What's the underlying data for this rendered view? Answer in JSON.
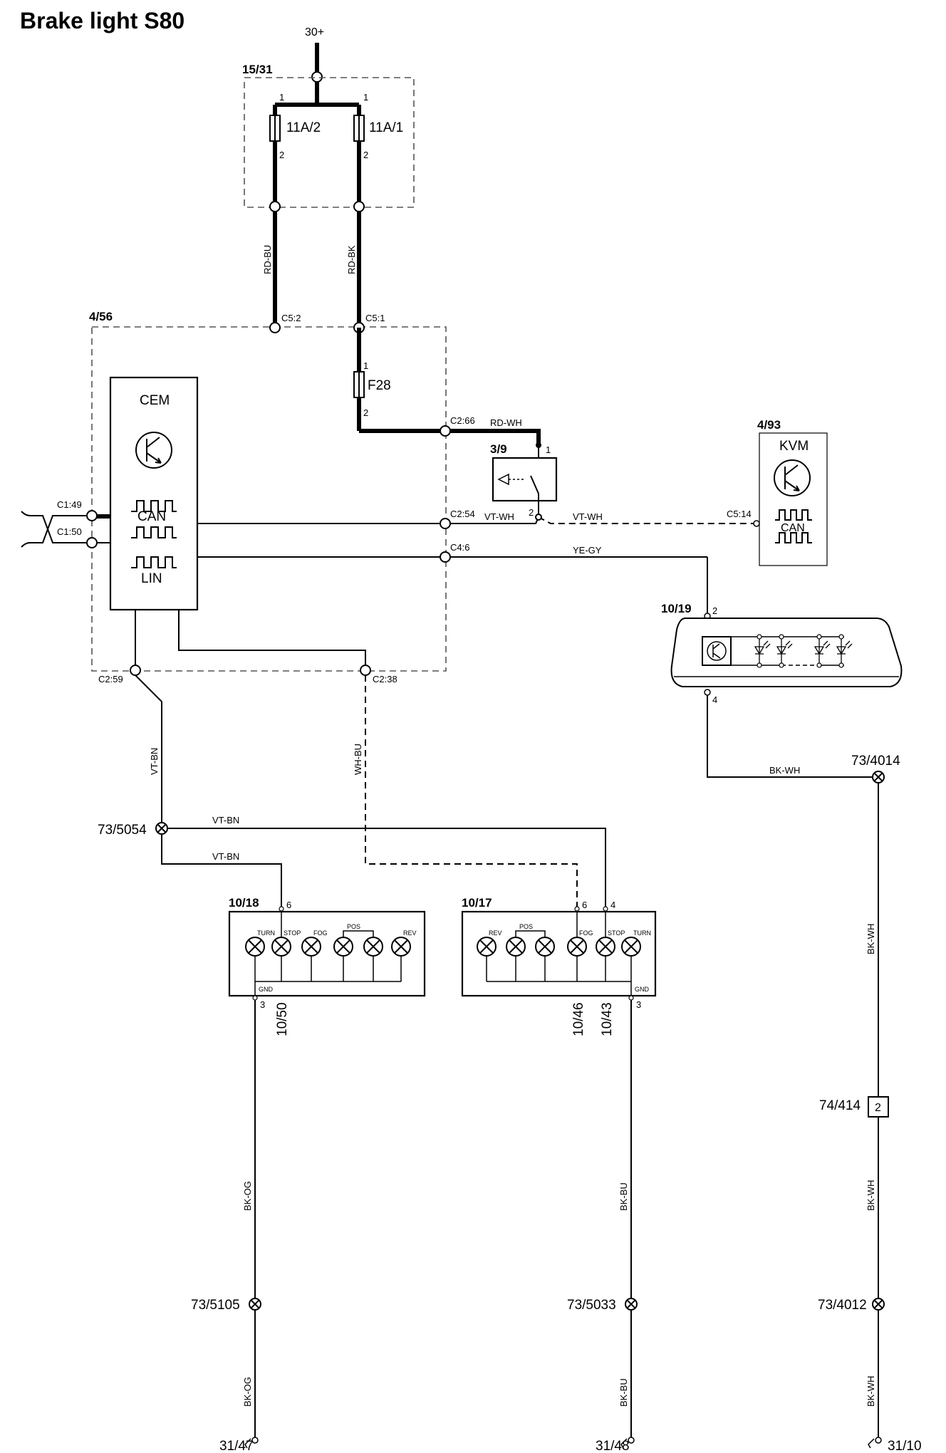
{
  "title": "Brake light S80",
  "supply": "30+",
  "components": {
    "fusebox": "15/31",
    "fuse1": "11A/2",
    "fuse2": "11A/1",
    "cem_unit": "4/56",
    "cem": "CEM",
    "fuse_f28": "F28",
    "switch": "3/9",
    "kvm_unit": "4/93",
    "kvm": "KVM",
    "high_stop": "10/19",
    "lamp_left": "10/18",
    "lamp_right": "10/17",
    "connector": "74/414",
    "connector_pin": "2"
  },
  "bus": {
    "can": "CAN",
    "lin": "LIN"
  },
  "pins": {
    "p1a": "1",
    "p1b": "1",
    "p2a": "2",
    "p2b": "2",
    "f28_1": "1",
    "f28_2": "2",
    "sw1": "1",
    "sw2": "2",
    "hs2": "2",
    "hs4": "4",
    "l18_6": "6",
    "l18_3": "3",
    "l17_6": "6",
    "l17_4": "4",
    "l17_3": "3"
  },
  "connectors": {
    "c5_2": "C5:2",
    "c5_1": "C5:1",
    "c2_66": "C2:66",
    "c2_54": "C2:54",
    "c4_6": "C4:6",
    "c1_49": "C1:49",
    "c1_50": "C1:50",
    "c2_59": "C2:59",
    "c2_38": "C2:38",
    "c5_14": "C5:14"
  },
  "wires": {
    "rd_bu": "RD-BU",
    "rd_bk": "RD-BK",
    "rd_wh": "RD-WH",
    "vt_wh_1": "VT-WH",
    "vt_wh_2": "VT-WH",
    "ye_gy": "YE-GY",
    "vt_bn_1": "VT-BN",
    "vt_bn_2": "VT-BN",
    "vt_bn_3": "VT-BN",
    "wh_bu": "WH-BU",
    "bk_wh_1": "BK-WH",
    "bk_wh_2": "BK-WH",
    "bk_wh_3": "BK-WH",
    "bk_wh_4": "BK-WH",
    "bk_og_1": "BK-OG",
    "bk_og_2": "BK-OG",
    "bk_bu_1": "BK-BU",
    "bk_bu_2": "BK-BU"
  },
  "splices": {
    "s5054": "73/5054",
    "s4014": "73/4014",
    "s4012": "73/4012",
    "s5105": "73/5105",
    "s5033": "73/5033"
  },
  "grounds": {
    "g47": "31/47",
    "g48": "31/48",
    "g10": "31/10"
  },
  "bulb_labels": {
    "left": [
      "TURN",
      "STOP",
      "FOG",
      "POS",
      "REV"
    ],
    "right": [
      "REV",
      "POS",
      "FOG",
      "STOP",
      "TURN"
    ],
    "gnd": "GND"
  },
  "refs": {
    "r1050": "10/50",
    "r1046": "10/46",
    "r1043": "10/43"
  }
}
